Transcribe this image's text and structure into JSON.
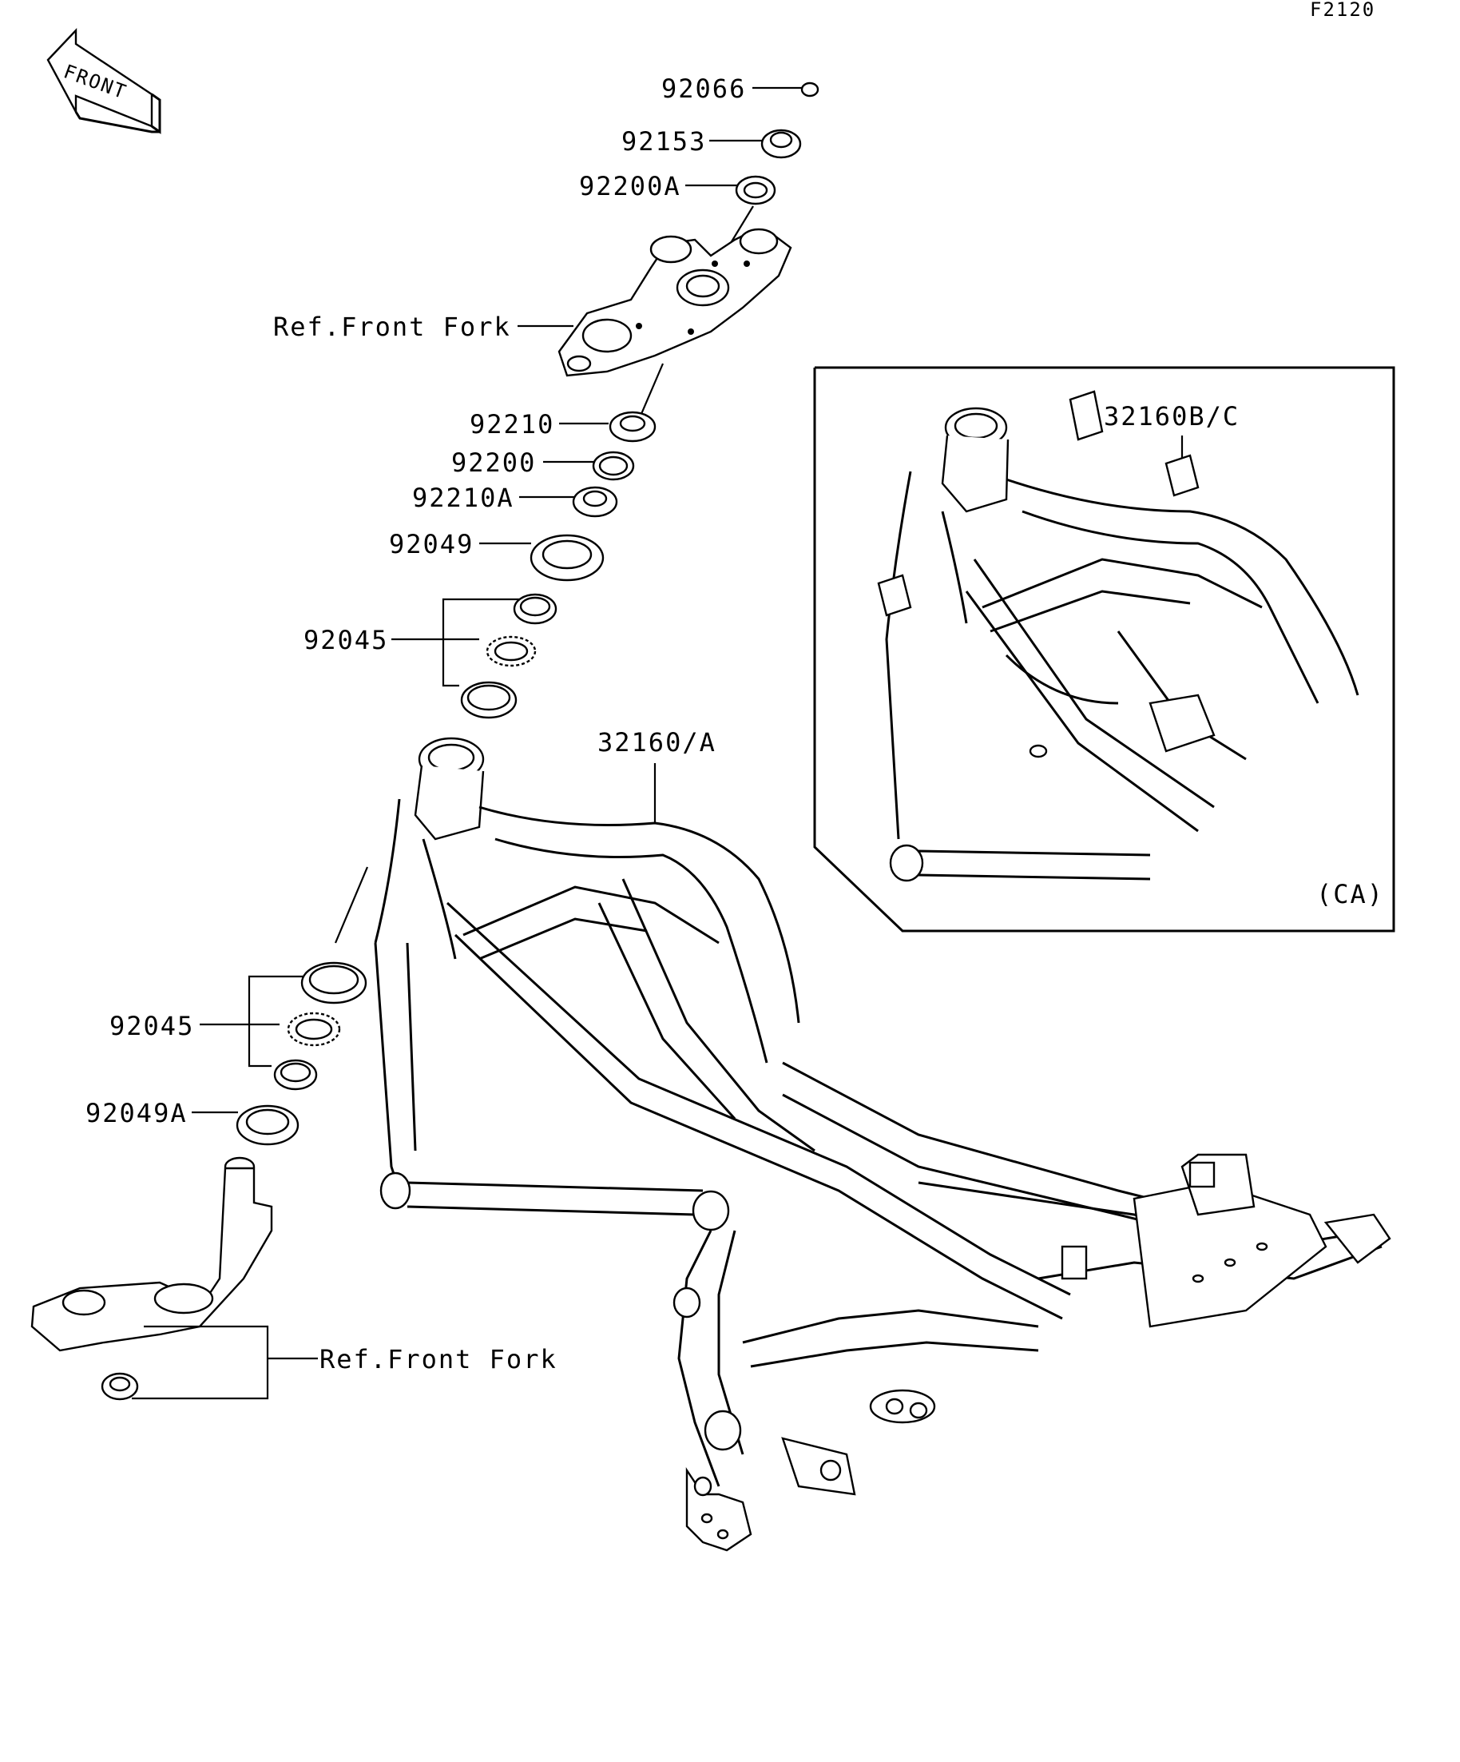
{
  "figure_code": "F2120",
  "front_arrow_label": "FRONT",
  "callouts": {
    "p92066": "92066",
    "p92153": "92153",
    "p92200A": "92200A",
    "ref_front_fork_upper": "Ref.Front Fork",
    "p92210": "92210",
    "p92200": "92200",
    "p92210A": "92210A",
    "p92049": "92049",
    "p92045_upper": "92045",
    "p32160A": "32160/A",
    "p92045_lower": "92045",
    "p92049A": "92049A",
    "ref_front_fork_lower": "Ref.Front Fork",
    "p32160BC": "32160B/C"
  },
  "inset_label": "(CA)"
}
